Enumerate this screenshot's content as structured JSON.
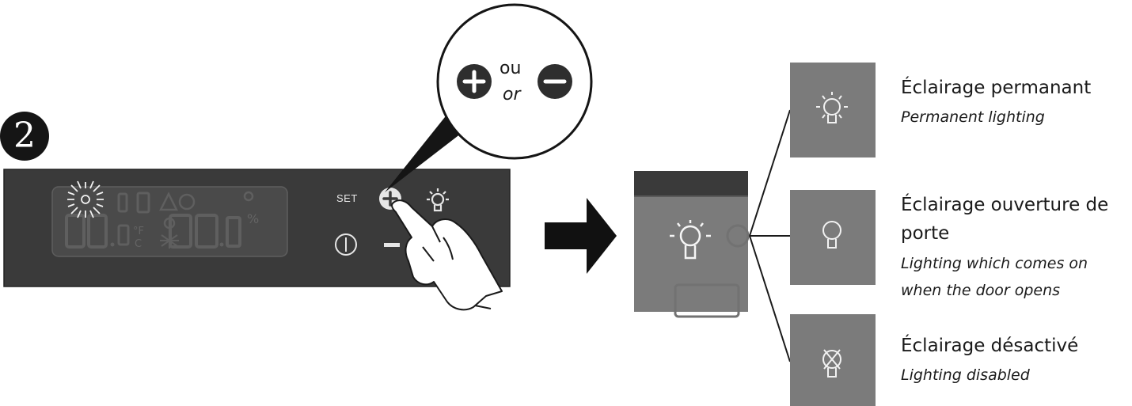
{
  "step": {
    "number": "2"
  },
  "zoom": {
    "or_fr": "ou",
    "or_en": "or"
  },
  "panel": {
    "set_label": "SET"
  },
  "options": [
    {
      "title_lines": [
        "Éclairage permanant"
      ],
      "subtitle_lines": [
        "Permanent lighting"
      ],
      "icon": "light-bulb-rays-icon"
    },
    {
      "title_lines": [
        "Éclairage ouverture de",
        "porte"
      ],
      "subtitle_lines": [
        "Lighting which comes on",
        "when the door opens"
      ],
      "icon": "light-bulb-icon"
    },
    {
      "title_lines": [
        "Éclairage désactivé"
      ],
      "subtitle_lines": [
        "Lighting disabled"
      ],
      "icon": "light-bulb-off-icon"
    }
  ],
  "colors": {
    "panel": "#3a3a3a",
    "display": "#4a4a4a",
    "tile": "#7b7b7b",
    "ink": "#1a1a1a"
  }
}
